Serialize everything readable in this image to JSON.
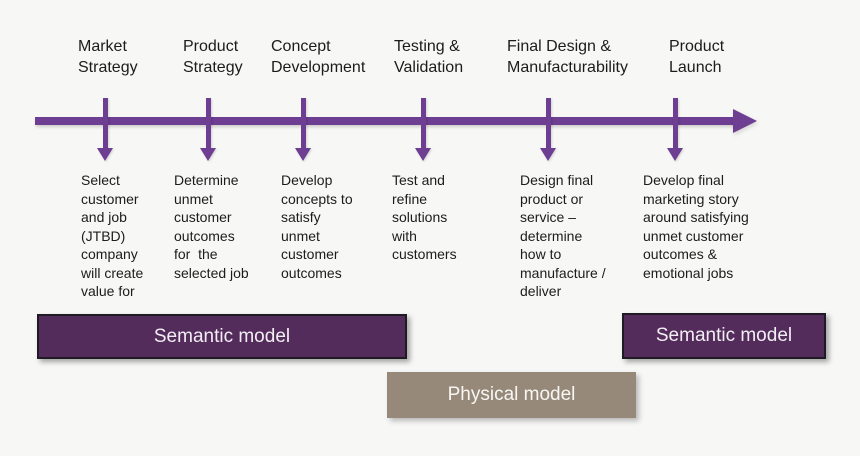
{
  "diagram": {
    "type": "product-development-timeline"
  },
  "stages": [
    {
      "title": "Market\nStrategy",
      "description": "Select\ncustomer\nand job\n(JTBD)\ncompany\nwill create\nvalue for"
    },
    {
      "title": "Product\nStrategy",
      "description": "Determine\nunmet\ncustomer\noutcomes\nfor  the\nselected job"
    },
    {
      "title": "Concept\nDevelopment",
      "description": "Develop\nconcepts to\nsatisfy\nunmet\ncustomer\noutcomes"
    },
    {
      "title": "Testing &\nValidation",
      "description": "Test and\nrefine\nsolutions\nwith\ncustomers"
    },
    {
      "title": "Final Design &\nManufacturability",
      "description": "Design final\nproduct or\nservice –\ndetermine\nhow to\nmanufacture /\ndeliver"
    },
    {
      "title": "Product\nLaunch",
      "description": "Develop final\nmarketing story\naround satisfying\nunmet customer\noutcomes &\nemotional jobs"
    }
  ],
  "models": {
    "semantic_left": "Semantic model",
    "semantic_right": "Semantic model",
    "physical": "Physical model"
  },
  "colors": {
    "timeline_arrow": "#6d3e91",
    "semantic_box_fill": "#532c5c",
    "semantic_box_border": "#1f1a23",
    "physical_box_fill": "#97897a",
    "box_text": "#f2eef3",
    "text": "#1c1c1c",
    "background": "#f7f7f6"
  }
}
